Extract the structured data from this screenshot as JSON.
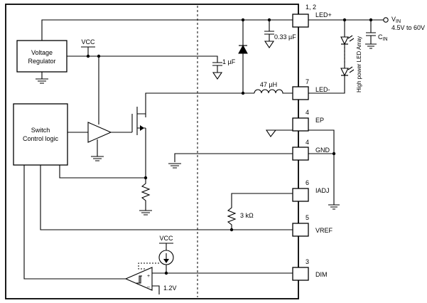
{
  "blocks": {
    "voltage_regulator": [
      "Voltage",
      "Regulator"
    ],
    "switch_control": [
      "Switch",
      "Control logic"
    ]
  },
  "labels": {
    "vcc_top": "VCC",
    "vcc_bottom": "VCC",
    "cap_033": "0.33 µF",
    "cap_1u": "1 µF",
    "inductor": "47 µH",
    "res_3k": "3 kΩ",
    "ref_12": "1.2V",
    "vin": "V",
    "vin_sub": "IN",
    "vin_range": "4.5V to 60V",
    "cin": "C",
    "cin_sub": "IN",
    "led_array": "High power LED Array"
  },
  "pins": [
    {
      "number": "1, 2",
      "name": "LED+"
    },
    {
      "number": "7",
      "name": "LED-"
    },
    {
      "number": "4",
      "name": "EP"
    },
    {
      "number": "4",
      "name": "GND"
    },
    {
      "number": "6",
      "name": "IADJ"
    },
    {
      "number": "5",
      "name": "VREF"
    },
    {
      "number": "3",
      "name": "DIM"
    }
  ]
}
